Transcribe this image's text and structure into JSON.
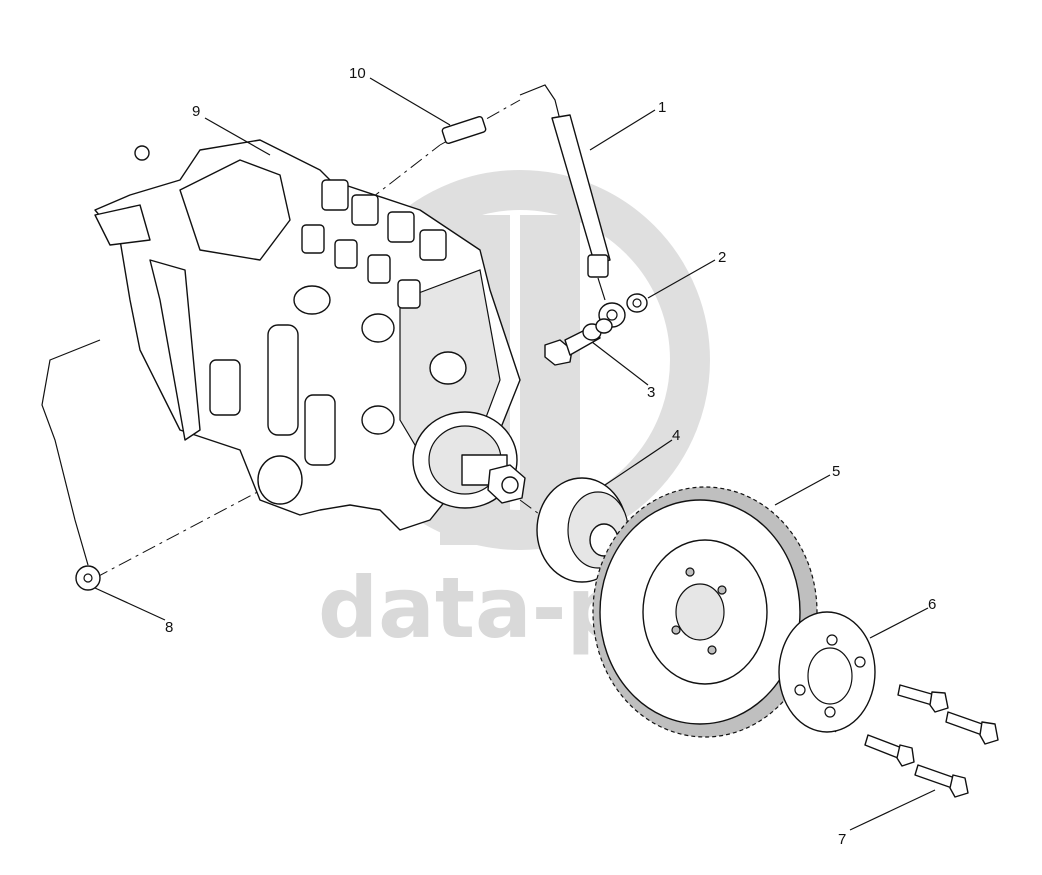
{
  "watermark": {
    "text": "data-pa",
    "color": "#d9d9d9"
  },
  "callouts": [
    {
      "id": "1",
      "label": "1"
    },
    {
      "id": "2",
      "label": "2"
    },
    {
      "id": "3",
      "label": "3"
    },
    {
      "id": "4",
      "label": "4"
    },
    {
      "id": "5",
      "label": "5"
    },
    {
      "id": "6",
      "label": "6"
    },
    {
      "id": "7",
      "label": "7"
    },
    {
      "id": "8",
      "label": "8"
    },
    {
      "id": "9",
      "label": "9"
    },
    {
      "id": "10",
      "label": "10"
    }
  ]
}
